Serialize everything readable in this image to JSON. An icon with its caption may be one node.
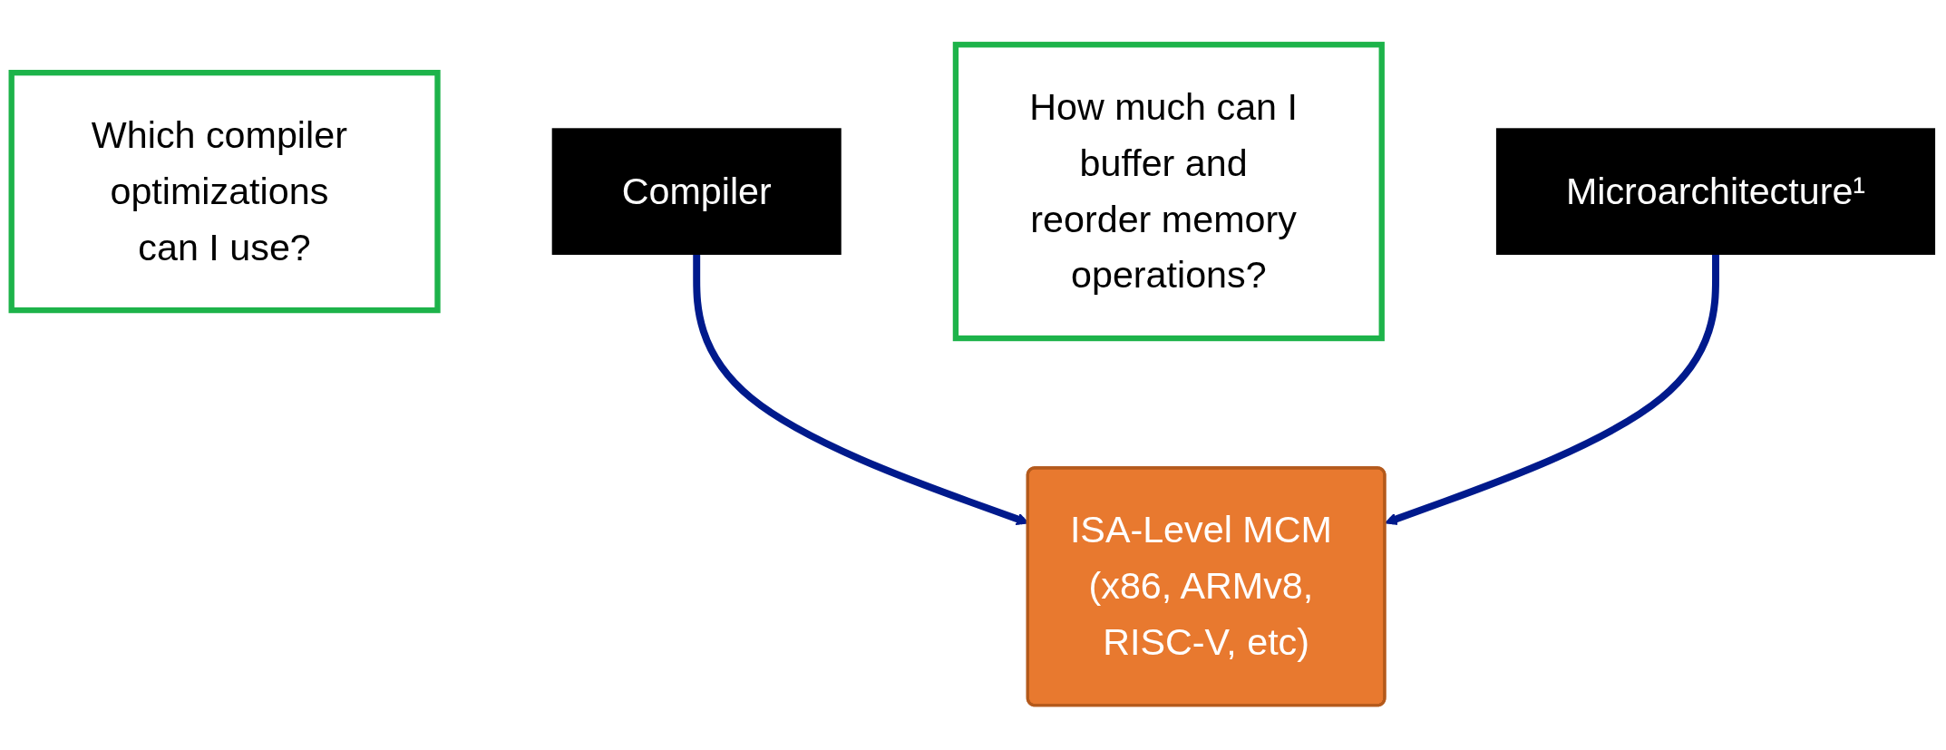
{
  "diagram": {
    "nodes": [
      {
        "text": [
          "Which compiler optimizations can I use?"
        ]
      },
      {
        "text": [
          "Compiler"
        ]
      },
      {
        "text": [
          "ISA-Level MCM (x86, ARMv8, RISC-V, etc)"
        ]
      },
      {
        "text": [
          "How much can I buffer and reorder memory operations?"
        ]
      },
      {
        "text": [
          "Microarchitecture¹"
        ]
      }
    ],
    "edges": [
      {
        "from": 1,
        "to": 2,
        "arrow": "to"
      },
      {
        "from": 4,
        "to": 2,
        "arrow": "to"
      }
    ]
  }
}
